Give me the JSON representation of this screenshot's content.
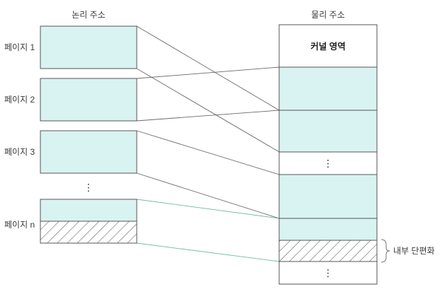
{
  "logical": {
    "title": "논리 주소",
    "pages": [
      "페이지 1",
      "페이지 2",
      "페이지 3",
      "페이지 n"
    ],
    "ellipsis": "⋮"
  },
  "physical": {
    "title": "물리 주소",
    "kernel_label": "커널 영역",
    "ellipsis_mid": "⋮",
    "ellipsis_bottom": "⋮",
    "fragment_label": "내부 단편화"
  },
  "colors": {
    "page_fill": "#d9f3f2",
    "border": "#555555",
    "mapping_line": "#6a6a6a",
    "fragment_line": "#6cbf9c",
    "hatch": "#666666"
  }
}
